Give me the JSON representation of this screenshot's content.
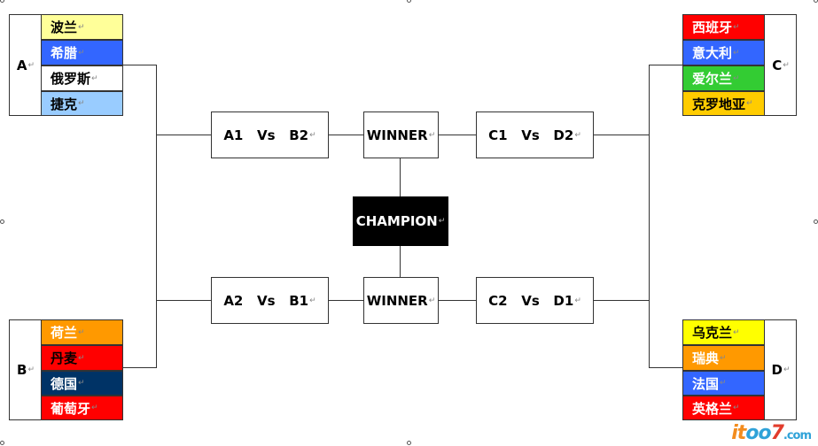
{
  "groups": {
    "A": {
      "letter": "A",
      "teams": [
        {
          "name": "波兰",
          "color": "#ffff99",
          "text": "#000000"
        },
        {
          "name": "希腊",
          "color": "#3366ff",
          "text": "#ffffff"
        },
        {
          "name": "俄罗斯",
          "color": "#ffffff",
          "text": "#000000"
        },
        {
          "name": "捷克",
          "color": "#99ccff",
          "text": "#000000"
        }
      ]
    },
    "B": {
      "letter": "B",
      "teams": [
        {
          "name": "荷兰",
          "color": "#ff9900",
          "text": "#ffffff"
        },
        {
          "name": "丹麦",
          "color": "#ff0000",
          "text": "#000000"
        },
        {
          "name": "德国",
          "color": "#003366",
          "text": "#ffffff"
        },
        {
          "name": "葡萄牙",
          "color": "#ff0000",
          "text": "#ffffff"
        }
      ]
    },
    "C": {
      "letter": "C",
      "teams": [
        {
          "name": "西班牙",
          "color": "#ff0000",
          "text": "#ffffff"
        },
        {
          "name": "意大利",
          "color": "#3366ff",
          "text": "#ffffff"
        },
        {
          "name": "爱尔兰",
          "color": "#33cc33",
          "text": "#ffffff"
        },
        {
          "name": "克罗地亚",
          "color": "#ffcc00",
          "text": "#000000"
        }
      ]
    },
    "D": {
      "letter": "D",
      "teams": [
        {
          "name": "乌克兰",
          "color": "#ffff00",
          "text": "#000000"
        },
        {
          "name": "瑞典",
          "color": "#ff9900",
          "text": "#ffffff"
        },
        {
          "name": "法国",
          "color": "#3366ff",
          "text": "#ffffff"
        },
        {
          "name": "英格兰",
          "color": "#ff0000",
          "text": "#ffffff"
        }
      ]
    }
  },
  "matches": {
    "qf1": "A1   Vs   B2",
    "qf2": "A2   Vs   B1",
    "qf3": "C1   Vs   D2",
    "qf4": "C2   Vs   D1",
    "sf_top": "WINNER",
    "sf_bottom": "WINNER",
    "final": "CHAMPION"
  },
  "paragraph_mark": "↵",
  "watermark": {
    "it": "it",
    "oo": "oo",
    "seven": "7",
    "com": ".com"
  },
  "colors": {
    "line": "#333333",
    "champion_bg": "#000000",
    "champion_text": "#ffffff"
  }
}
